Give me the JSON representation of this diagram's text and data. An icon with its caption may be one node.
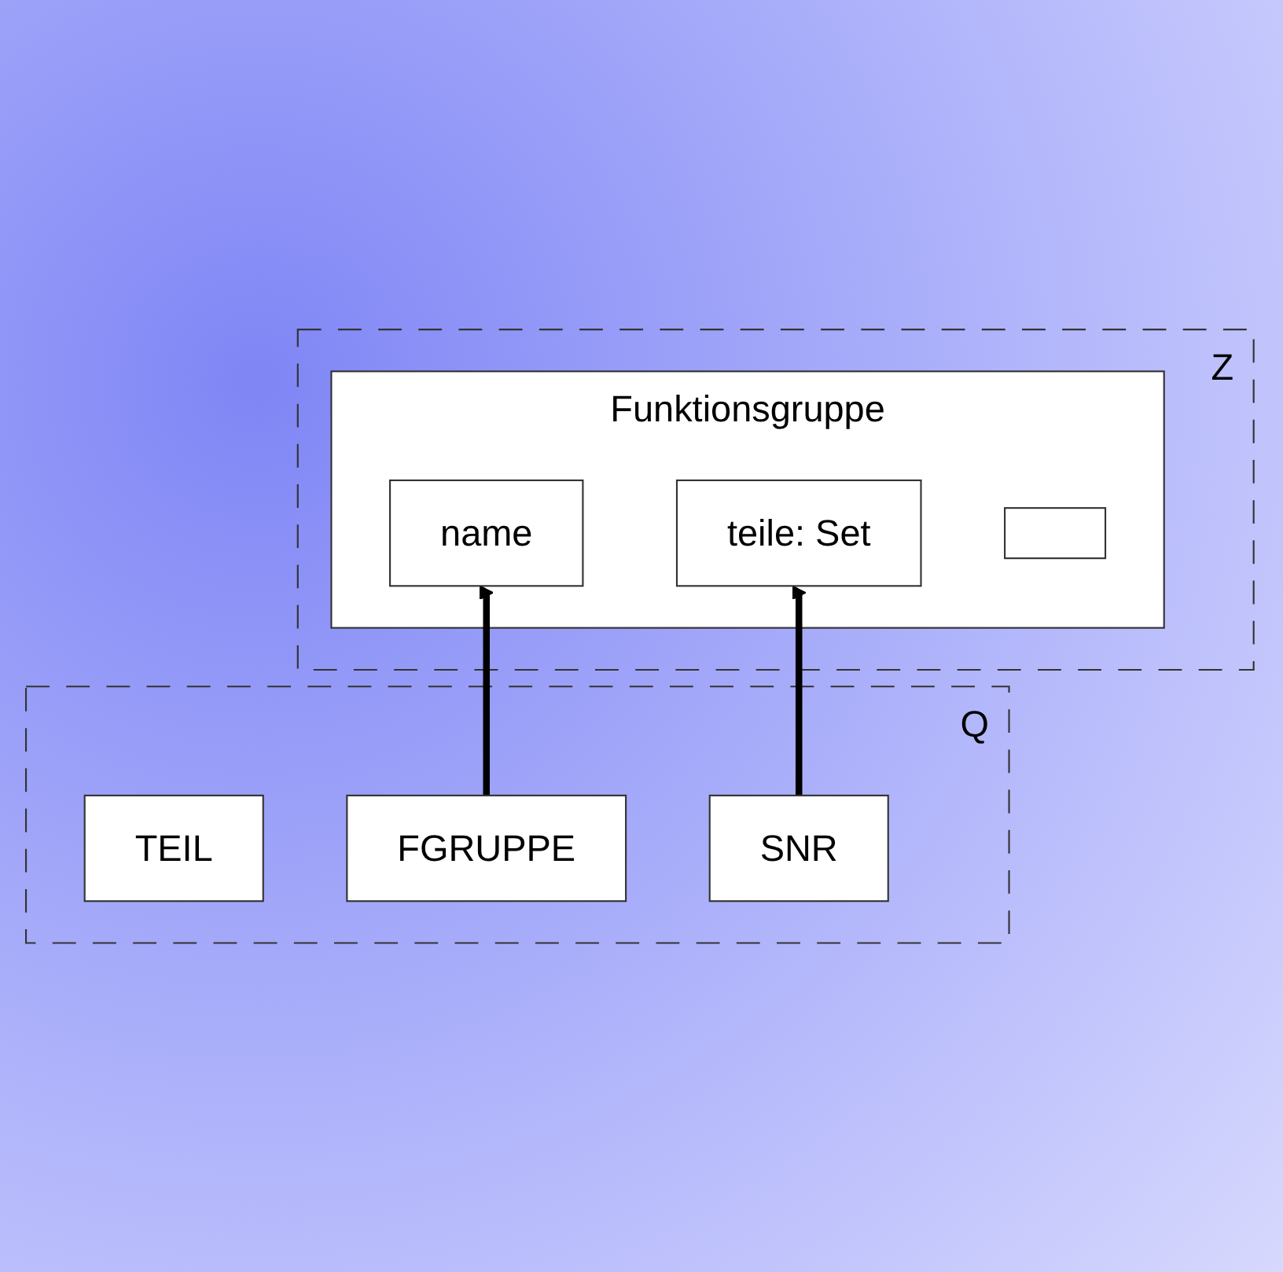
{
  "diagram": {
    "nodes": [
      {
        "text": [
          "Z"
        ]
      },
      {
        "text": [
          "Funktionsgruppe"
        ],
        "in": 0
      },
      {
        "text": [
          "name"
        ],
        "in": 1
      },
      {
        "text": [
          "teile: Set"
        ],
        "in": 1
      },
      {
        "text": [],
        "shape": "box",
        "in": 1
      },
      {
        "text": [
          "Q"
        ]
      },
      {
        "text": [
          "TEIL"
        ],
        "in": 5
      },
      {
        "text": [
          "SNR"
        ],
        "in": 5
      },
      {
        "text": [
          "FGRUPPE"
        ],
        "in": 5
      }
    ],
    "edges": [
      {
        "from": 8,
        "to": 2,
        "arrow": "to"
      },
      {
        "from": 7,
        "to": 3,
        "arrow": "to"
      }
    ]
  }
}
